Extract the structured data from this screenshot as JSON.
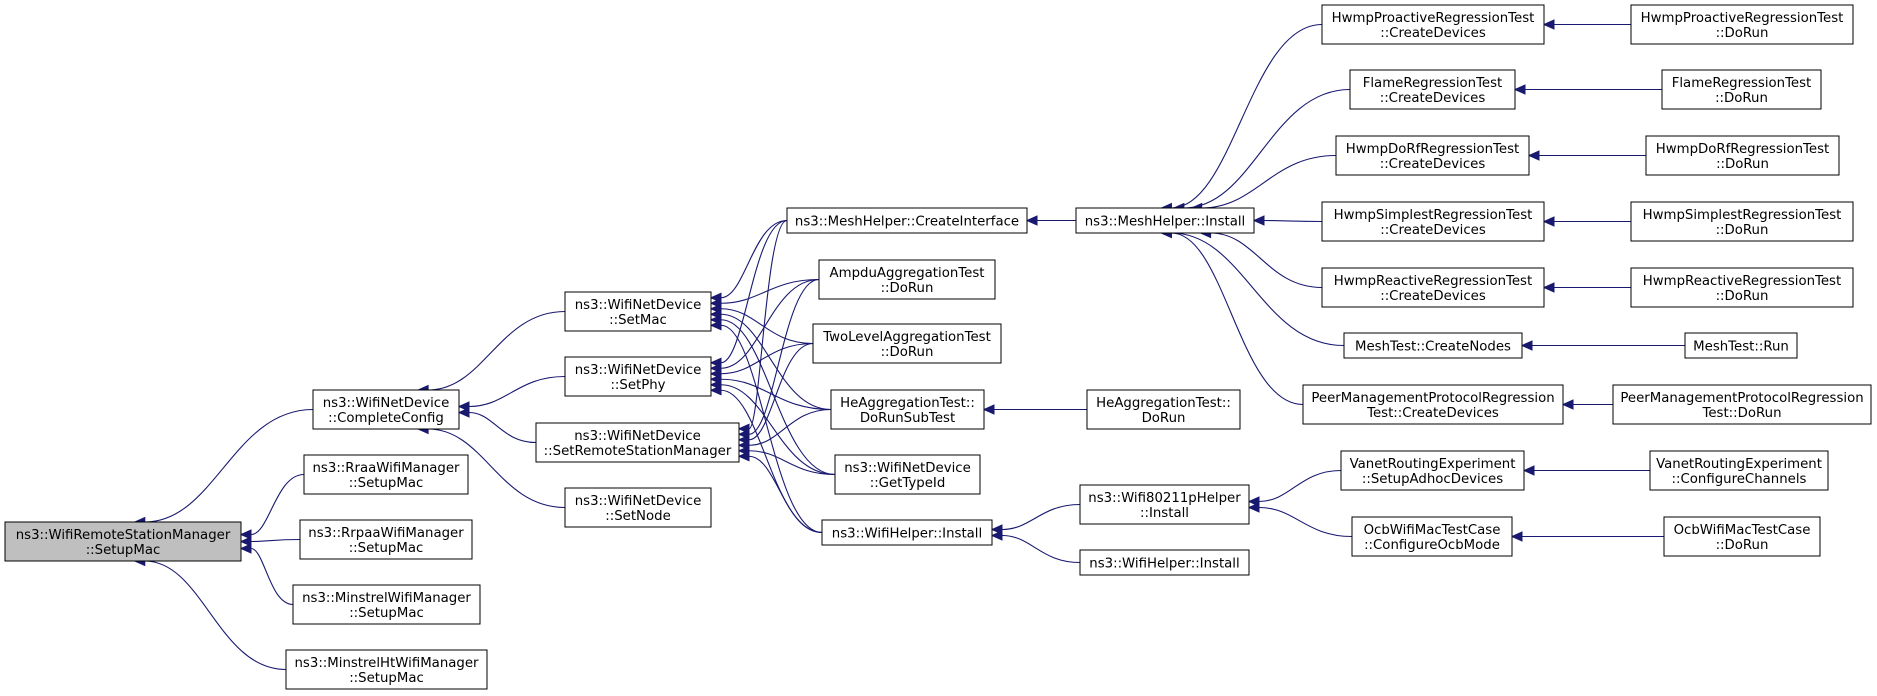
{
  "graph": {
    "colors": {
      "edge": "#191970",
      "root_fill": "#bfbfbf",
      "node_fill": "#ffffff",
      "border": "#000000"
    },
    "nodes": [
      {
        "id": "root",
        "lines": [
          "ns3::WifiRemoteStationManager",
          "::SetupMac"
        ],
        "root": true
      },
      {
        "id": "cc",
        "lines": [
          "ns3::WifiNetDevice",
          "::CompleteConfig"
        ]
      },
      {
        "id": "raa",
        "lines": [
          "ns3::RraaWifiManager",
          "::SetupMac"
        ]
      },
      {
        "id": "rpaa",
        "lines": [
          "ns3::RrpaaWifiManager",
          "::SetupMac"
        ]
      },
      {
        "id": "minstrel",
        "lines": [
          "ns3::MinstrelWifiManager",
          "::SetupMac"
        ]
      },
      {
        "id": "minstrelht",
        "lines": [
          "ns3::MinstrelHtWifiManager",
          "::SetupMac"
        ]
      },
      {
        "id": "setmac",
        "lines": [
          "ns3::WifiNetDevice",
          "::SetMac"
        ]
      },
      {
        "id": "setphy",
        "lines": [
          "ns3::WifiNetDevice",
          "::SetPhy"
        ]
      },
      {
        "id": "setrsm",
        "lines": [
          "ns3::WifiNetDevice",
          "::SetRemoteStationManager"
        ]
      },
      {
        "id": "setnode",
        "lines": [
          "ns3::WifiNetDevice",
          "::SetNode"
        ]
      },
      {
        "id": "mhci",
        "lines": [
          "ns3::MeshHelper::CreateInterface"
        ]
      },
      {
        "id": "ampdu",
        "lines": [
          "AmpduAggregationTest",
          "::DoRun"
        ]
      },
      {
        "id": "twolevel",
        "lines": [
          "TwoLevelAggregationTest",
          "::DoRun"
        ]
      },
      {
        "id": "heagg",
        "lines": [
          "HeAggregationTest::",
          "DoRunSubTest"
        ]
      },
      {
        "id": "gettypeid",
        "lines": [
          "ns3::WifiNetDevice",
          "::GetTypeId"
        ]
      },
      {
        "id": "wifihelper",
        "lines": [
          "ns3::WifiHelper::Install"
        ]
      },
      {
        "id": "heagg2",
        "lines": [
          "HeAggregationTest::",
          "DoRun"
        ]
      },
      {
        "id": "mhinstall",
        "lines": [
          "ns3::MeshHelper::Install"
        ]
      },
      {
        "id": "w80211p",
        "lines": [
          "ns3::Wifi80211pHelper",
          "::Install"
        ]
      },
      {
        "id": "wifihelper2",
        "lines": [
          "ns3::WifiHelper::Install"
        ]
      },
      {
        "id": "hwmppro",
        "lines": [
          "HwmpProactiveRegressionTest",
          "::CreateDevices"
        ]
      },
      {
        "id": "flame",
        "lines": [
          "FlameRegressionTest",
          "::CreateDevices"
        ]
      },
      {
        "id": "hwmpdorf",
        "lines": [
          "HwmpDoRfRegressionTest",
          "::CreateDevices"
        ]
      },
      {
        "id": "hwmpsimp",
        "lines": [
          "HwmpSimplestRegressionTest",
          "::CreateDevices"
        ]
      },
      {
        "id": "hwmpreac",
        "lines": [
          "HwmpReactiveRegressionTest",
          "::CreateDevices"
        ]
      },
      {
        "id": "meshtest",
        "lines": [
          "MeshTest::CreateNodes"
        ]
      },
      {
        "id": "peer",
        "lines": [
          "PeerManagementProtocolRegression",
          "Test::CreateDevices"
        ]
      },
      {
        "id": "vanet",
        "lines": [
          "VanetRoutingExperiment",
          "::SetupAdhocDevices"
        ]
      },
      {
        "id": "ocb",
        "lines": [
          "OcbWifiMacTestCase",
          "::ConfigureOcbMode"
        ]
      },
      {
        "id": "hwmppro_r",
        "lines": [
          "HwmpProactiveRegressionTest",
          "::DoRun"
        ]
      },
      {
        "id": "flame_r",
        "lines": [
          "FlameRegressionTest",
          "::DoRun"
        ]
      },
      {
        "id": "hwmpdorf_r",
        "lines": [
          "HwmpDoRfRegressionTest",
          "::DoRun"
        ]
      },
      {
        "id": "hwmpsimp_r",
        "lines": [
          "HwmpSimplestRegressionTest",
          "::DoRun"
        ]
      },
      {
        "id": "hwmpreac_r",
        "lines": [
          "HwmpReactiveRegressionTest",
          "::DoRun"
        ]
      },
      {
        "id": "meshtest_r",
        "lines": [
          "MeshTest::Run"
        ]
      },
      {
        "id": "peer_r",
        "lines": [
          "PeerManagementProtocolRegression",
          "Test::DoRun"
        ]
      },
      {
        "id": "vanet_r",
        "lines": [
          "VanetRoutingExperiment",
          "::ConfigureChannels"
        ]
      },
      {
        "id": "ocb_r",
        "lines": [
          "OcbWifiMacTestCase",
          "::DoRun"
        ]
      }
    ],
    "edges": [
      [
        "cc",
        "root"
      ],
      [
        "raa",
        "root"
      ],
      [
        "rpaa",
        "root"
      ],
      [
        "minstrel",
        "root"
      ],
      [
        "minstrelht",
        "root"
      ],
      [
        "setmac",
        "cc"
      ],
      [
        "setphy",
        "cc"
      ],
      [
        "setrsm",
        "cc"
      ],
      [
        "setnode",
        "cc"
      ],
      [
        "mhci",
        "setmac"
      ],
      [
        "ampdu",
        "setmac"
      ],
      [
        "twolevel",
        "setmac"
      ],
      [
        "heagg",
        "setmac"
      ],
      [
        "gettypeid",
        "setmac"
      ],
      [
        "wifihelper",
        "setmac"
      ],
      [
        "mhci",
        "setphy"
      ],
      [
        "ampdu",
        "setphy"
      ],
      [
        "twolevel",
        "setphy"
      ],
      [
        "heagg",
        "setphy"
      ],
      [
        "gettypeid",
        "setphy"
      ],
      [
        "wifihelper",
        "setphy"
      ],
      [
        "mhci",
        "setrsm"
      ],
      [
        "ampdu",
        "setrsm"
      ],
      [
        "twolevel",
        "setrsm"
      ],
      [
        "heagg",
        "setrsm"
      ],
      [
        "gettypeid",
        "setrsm"
      ],
      [
        "wifihelper",
        "setrsm"
      ],
      [
        "mhinstall",
        "mhci"
      ],
      [
        "heagg2",
        "heagg"
      ],
      [
        "w80211p",
        "wifihelper"
      ],
      [
        "wifihelper2",
        "wifihelper"
      ],
      [
        "hwmppro",
        "mhinstall"
      ],
      [
        "flame",
        "mhinstall"
      ],
      [
        "hwmpdorf",
        "mhinstall"
      ],
      [
        "hwmpsimp",
        "mhinstall"
      ],
      [
        "hwmpreac",
        "mhinstall"
      ],
      [
        "meshtest",
        "mhinstall"
      ],
      [
        "peer",
        "mhinstall"
      ],
      [
        "vanet",
        "w80211p"
      ],
      [
        "ocb",
        "w80211p"
      ],
      [
        "hwmppro_r",
        "hwmppro"
      ],
      [
        "flame_r",
        "flame"
      ],
      [
        "hwmpdorf_r",
        "hwmpdorf"
      ],
      [
        "hwmpsimp_r",
        "hwmpsimp"
      ],
      [
        "hwmpreac_r",
        "hwmpreac"
      ],
      [
        "meshtest_r",
        "meshtest"
      ],
      [
        "peer_r",
        "peer"
      ],
      [
        "vanet_r",
        "vanet"
      ],
      [
        "ocb_r",
        "ocb"
      ]
    ]
  }
}
